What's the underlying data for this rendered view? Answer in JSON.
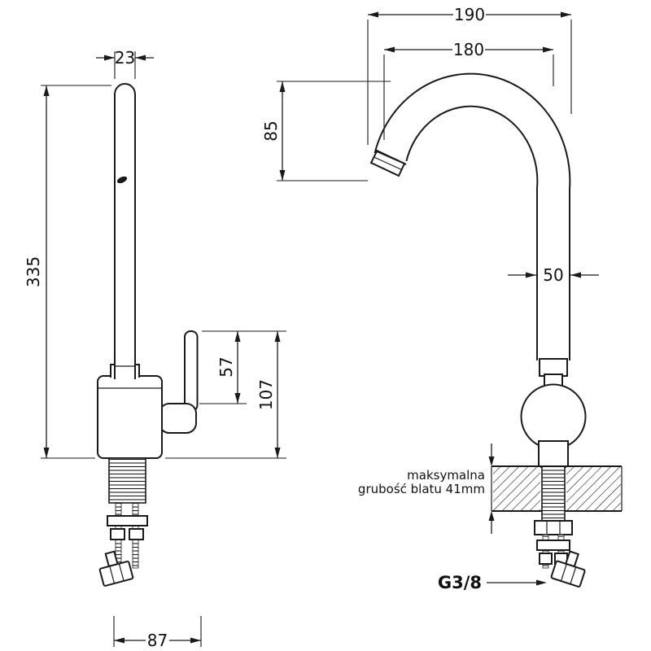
{
  "colors": {
    "line": "#1a1a1a",
    "background": "#ffffff"
  },
  "front_view": {
    "spout_width": "23",
    "total_height": "335",
    "lever_height": "57",
    "body_height": "107",
    "base_depth": "87"
  },
  "side_view": {
    "total_reach": "190",
    "spout_reach": "180",
    "spout_drop": "85",
    "pipe_width": "50",
    "counter_note_line1": "maksymalna",
    "counter_note_line2": "grubość blatu 41mm",
    "connection_thread": "G3/8"
  }
}
